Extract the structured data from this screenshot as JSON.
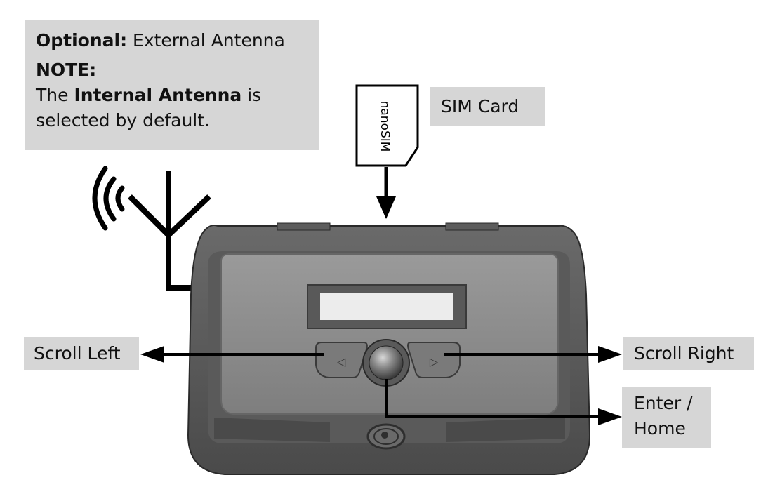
{
  "note": {
    "optional_label": "Optional:",
    "optional_text": "External Antenna",
    "note_label": "NOTE:",
    "line1_pre": "The",
    "line1_bold": "Internal Antenna",
    "line1_post": "is",
    "line2": "selected by default."
  },
  "sim": {
    "card_text": "nanoSIM",
    "label": "SIM Card"
  },
  "controls": {
    "scroll_left": "Scroll Left",
    "scroll_right": "Scroll Right",
    "enter_line1": "Enter /",
    "enter_line2": "Home"
  },
  "buttons": {
    "left_glyph": "◁",
    "right_glyph": "▷"
  }
}
